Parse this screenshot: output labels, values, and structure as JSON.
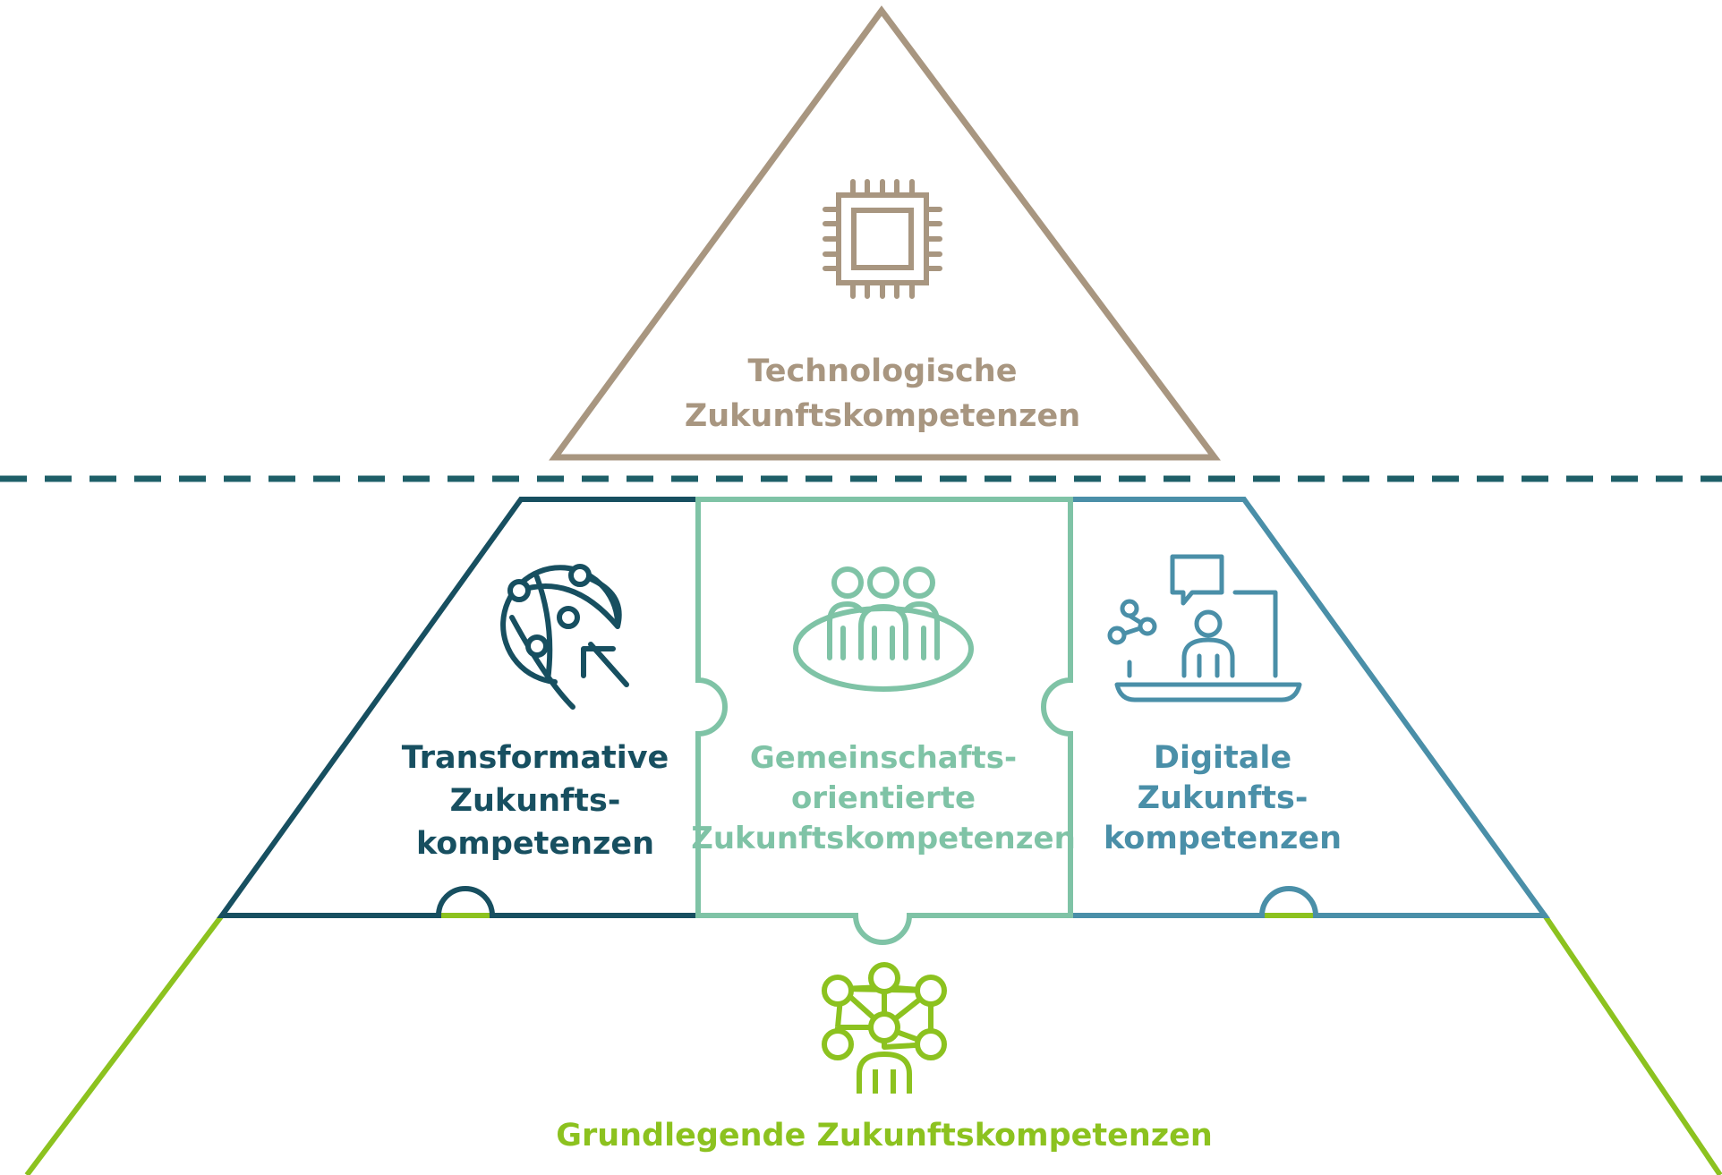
{
  "colors": {
    "technological": "#a89680",
    "dashed_line": "#1e5f68",
    "transformative": "#174f60",
    "community": "#7fc3a6",
    "digital": "#4a8fa8",
    "foundational": "#8cc21f"
  },
  "pyramid": {
    "top": {
      "label_line1": "Technologische",
      "label_line2": "Zukunftskompetenzen",
      "icon": "microchip-icon"
    },
    "middle": {
      "transformative": {
        "label_line1": "Transformative",
        "label_line2": "Zukunfts-",
        "label_line3": "kompetenzen",
        "icon": "globe-network-cursor-icon"
      },
      "community": {
        "label_line1": "Gemeinschafts-",
        "label_line2": "orientierte",
        "label_line3": "Zukunftskompetenzen",
        "icon": "group-meeting-icon"
      },
      "digital": {
        "label_line1": "Digitale",
        "label_line2": "Zukunfts-",
        "label_line3": "kompetenzen",
        "icon": "online-presentation-icon"
      }
    },
    "bottom": {
      "label": "Grundlegende Zukunftskompetenzen",
      "icon": "person-network-icon"
    }
  }
}
